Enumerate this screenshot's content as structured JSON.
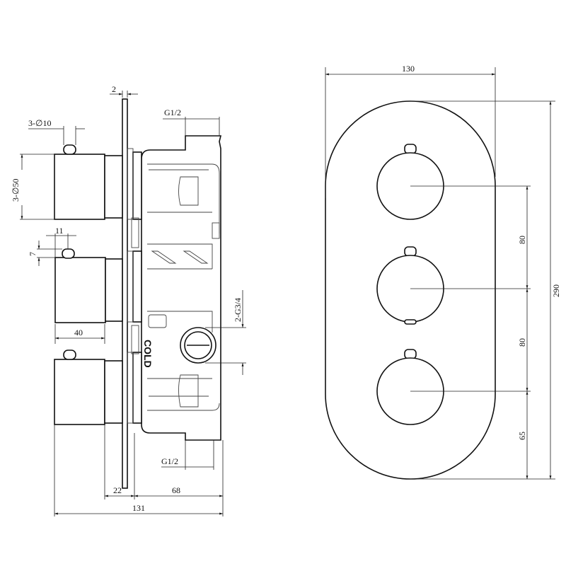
{
  "side_view": {
    "plate_thickness": "2",
    "inlet_top": "G1/2",
    "pin_diameter": "3-∅10",
    "knob_diameter": "3-∅50",
    "pin_offset": "11",
    "pin_height": "7",
    "knob_depth": "40",
    "outlet_thread": "2-G3/4",
    "cold_label": "COLD",
    "inlet_bottom": "G1/2",
    "collar_depth": "22",
    "body_depth": "68",
    "overall_depth": "131"
  },
  "front_view": {
    "width": "130",
    "height": "290",
    "spacing_1": "80",
    "spacing_2": "80",
    "bottom_offset": "65"
  }
}
